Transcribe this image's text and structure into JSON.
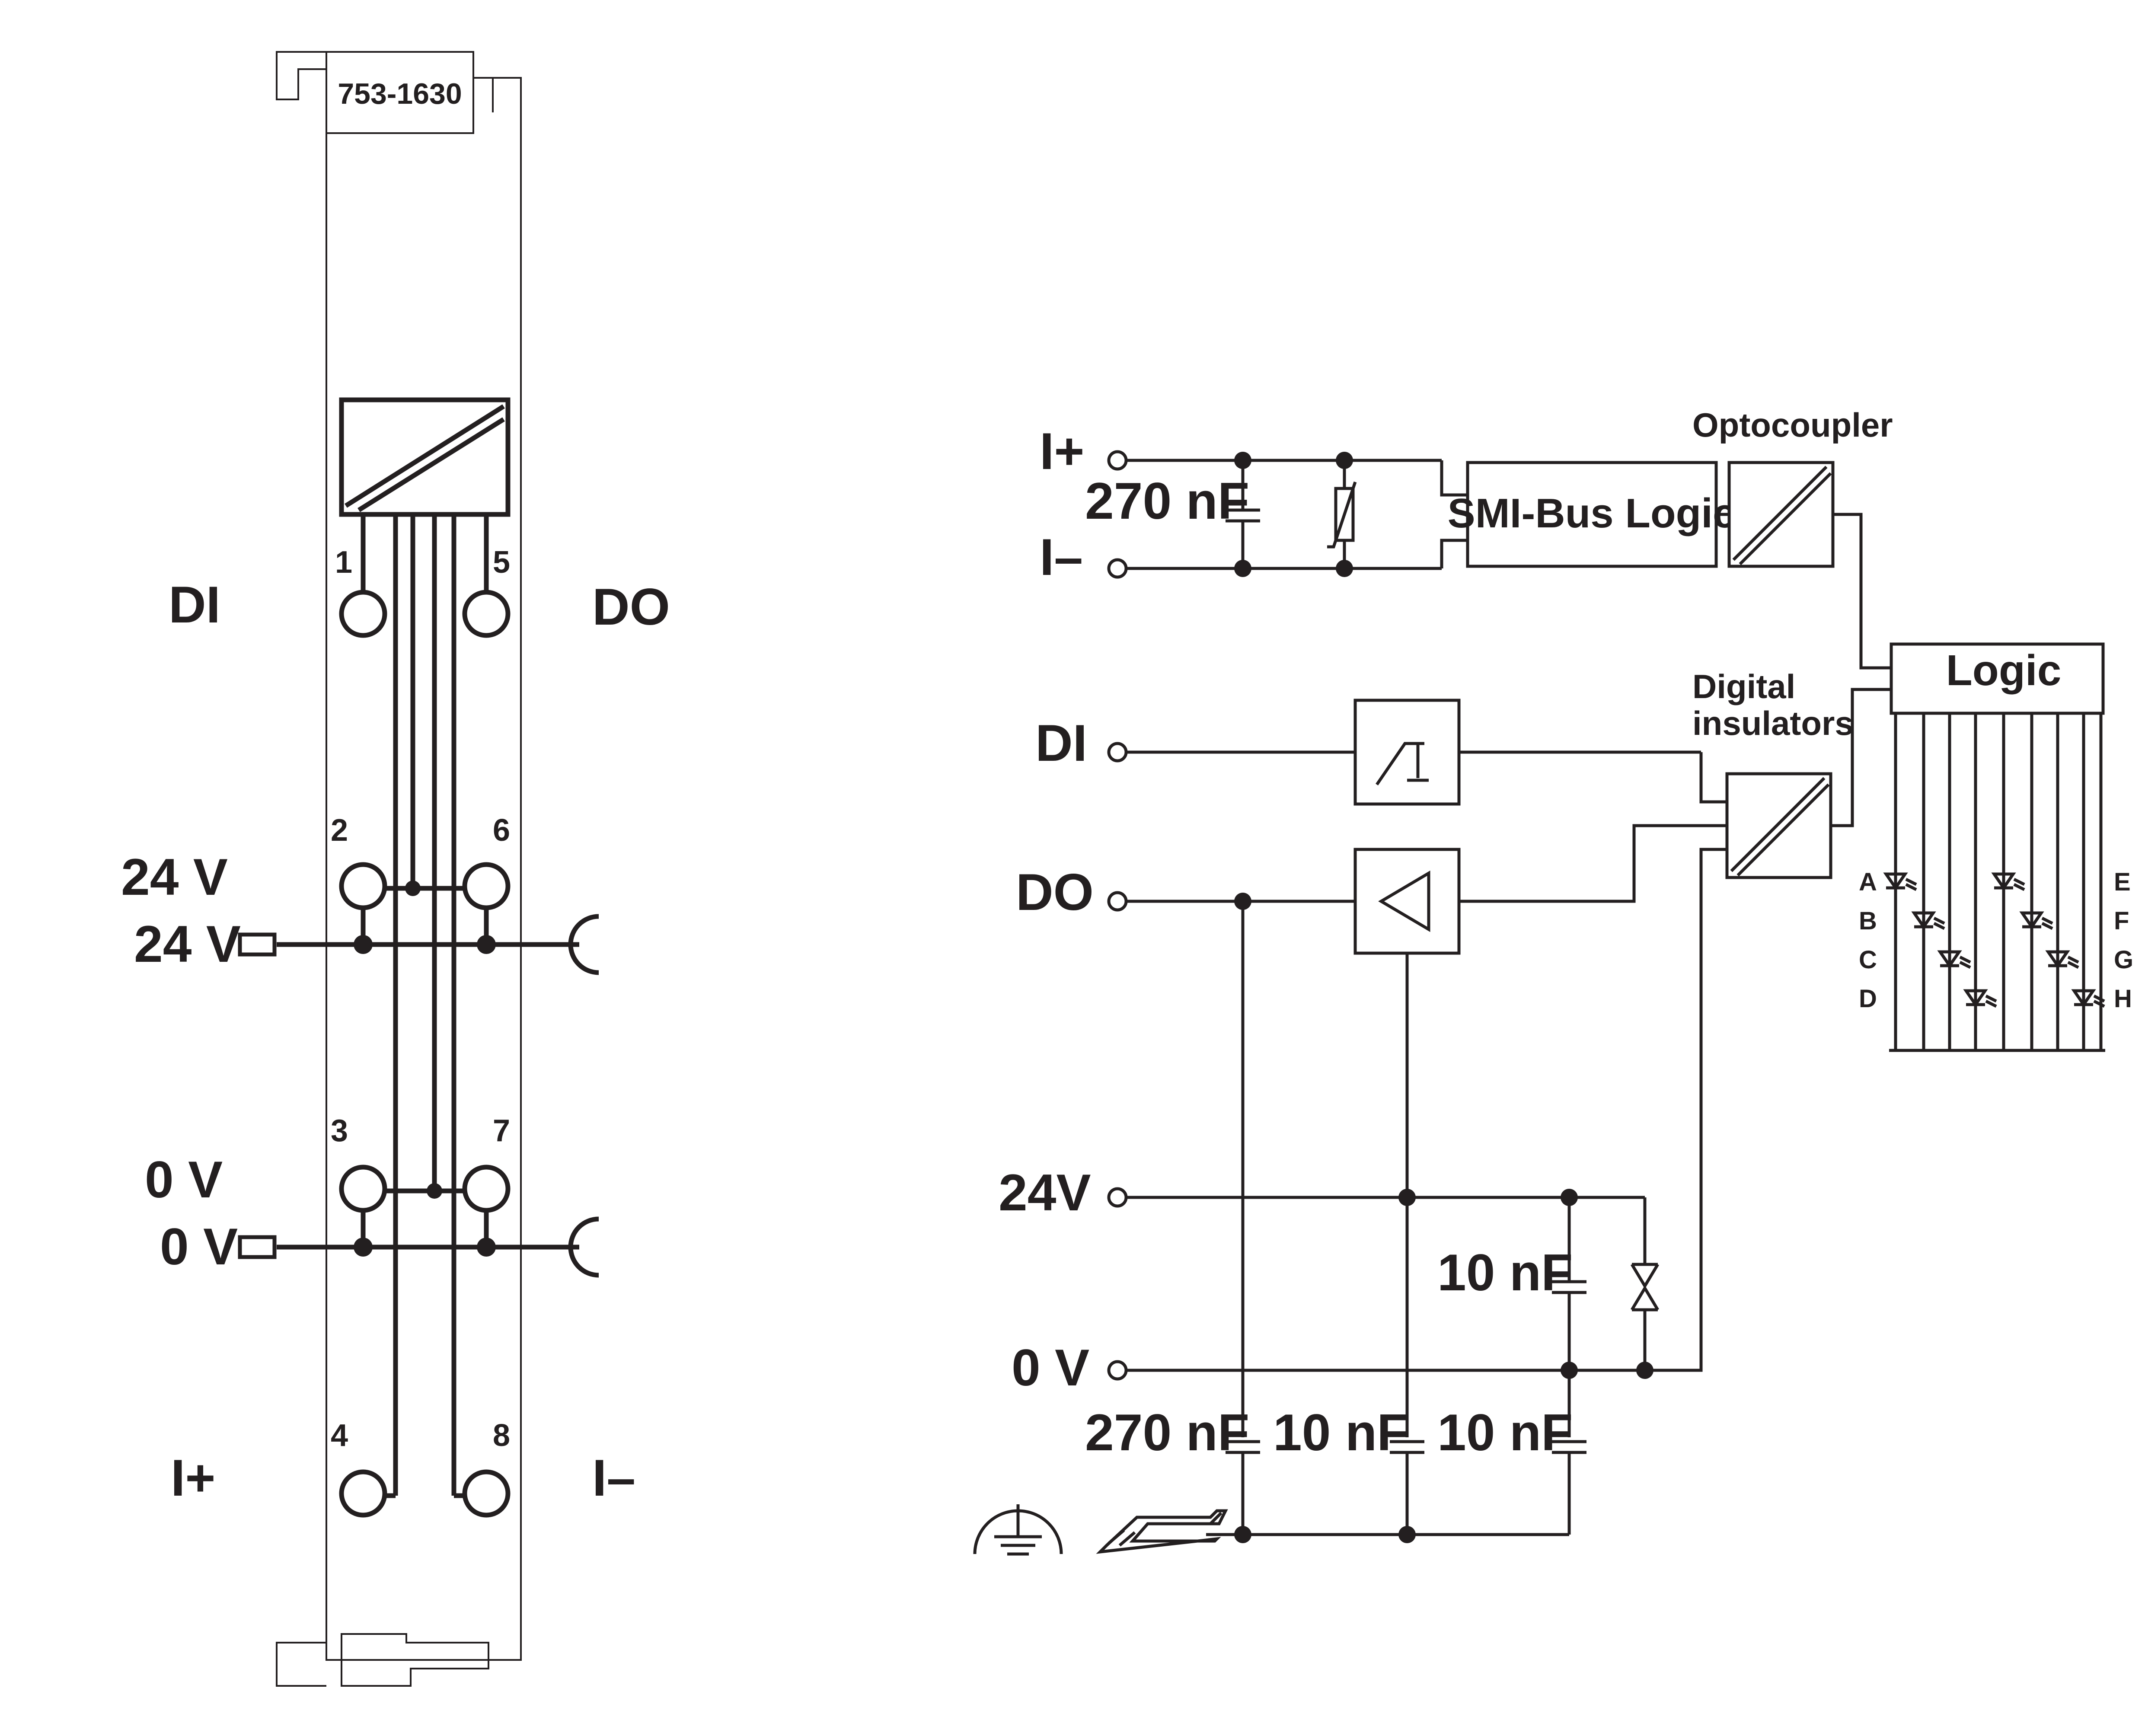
{
  "module": {
    "part_number": "753-1630",
    "sides": {
      "left": "DI",
      "right": "DO"
    },
    "terminals": [
      {
        "number": "1"
      },
      {
        "number": "2"
      },
      {
        "number": "3"
      },
      {
        "number": "4"
      },
      {
        "number": "5"
      },
      {
        "number": "6"
      },
      {
        "number": "7"
      },
      {
        "number": "8"
      }
    ],
    "labels": {
      "v24_upper": "24 V",
      "v24_contact": "24 V",
      "v0_upper": "0 V",
      "v0_contact": "0 V",
      "i_plus": "I+",
      "i_minus": "I–"
    }
  },
  "schematic": {
    "inputs": {
      "i_plus": "I+",
      "i_minus": "I–",
      "di": "DI",
      "do": "DO",
      "v24": "24V",
      "v0": "0 V"
    },
    "capacitors": {
      "c_input": "270 nF",
      "c_supply": "10 nF",
      "c_pe_do": "270 nF",
      "c_pe_mid": "10 nF",
      "c_pe_right": "10 nF"
    },
    "blocks": {
      "smi_bus": "SMI-Bus Logic",
      "optocoupler": "Optocoupler",
      "digital_insulators_line1": "Digital",
      "digital_insulators_line2": "insulators",
      "logic": "Logic"
    },
    "leds": {
      "left": [
        "A",
        "B",
        "C",
        "D"
      ],
      "right": [
        "E",
        "F",
        "G",
        "H"
      ]
    }
  }
}
